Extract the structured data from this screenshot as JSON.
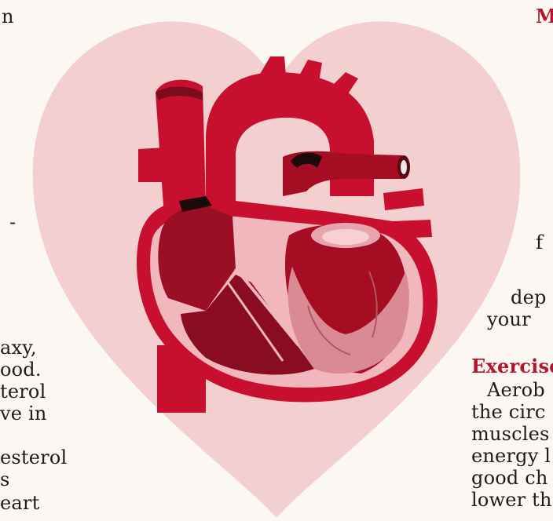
{
  "left_column": {
    "fragments": [
      "n",
      "-",
      "axy,",
      "ood.",
      "terol",
      "ve in",
      "esterol",
      "s",
      "eart"
    ]
  },
  "right_column": {
    "top_heading_fragment": "M",
    "fragments": [
      "f",
      "dep",
      "your"
    ],
    "section_heading": "Exercise",
    "section_lines": [
      "Aerob",
      "the circ",
      "muscles",
      "energy l",
      "good ch",
      "lower th"
    ]
  },
  "colors": {
    "page": "#fbf7f2",
    "heart_shape": "#f3cfd0",
    "heading": "#b3152a",
    "heart_red": "#c8102e",
    "heart_dark": "#7a0c1c"
  }
}
